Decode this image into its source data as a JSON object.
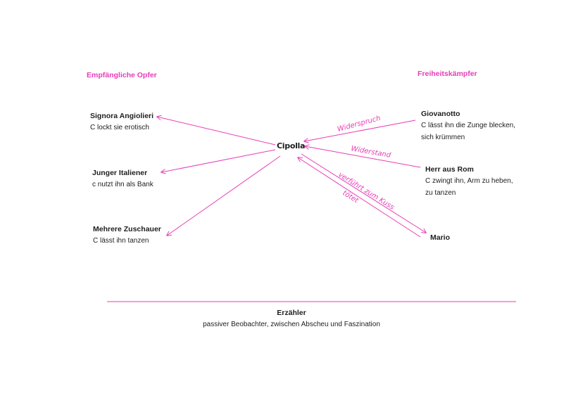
{
  "colors": {
    "accent": "#e83cb6",
    "text": "#1e1e1e",
    "background": "#ffffff"
  },
  "headings": {
    "left": "Empfängliche Opfer",
    "right": "Freiheitskämpfer"
  },
  "center": {
    "name": "Cipolla"
  },
  "victims": [
    {
      "name": "Signora Angiolieri",
      "desc": [
        "C lockt sie erotisch"
      ]
    },
    {
      "name": "Junger Italiener",
      "desc": [
        "c nutzt ihn als Bank"
      ]
    },
    {
      "name": "Mehrere Zuschauer",
      "desc": [
        "C lässt ihn tanzen"
      ]
    }
  ],
  "fighters": [
    {
      "name": "Giovanotto",
      "desc": [
        "C lässt ihn die Zunge blecken,",
        "sich krümmen"
      ]
    },
    {
      "name": "Herr aus Rom",
      "desc": [
        "C zwingt ihn, Arm zu heben,",
        "zu tanzen"
      ]
    },
    {
      "name": "Mario",
      "desc": []
    }
  ],
  "edge_labels": {
    "giovanotto": "Widerspruch",
    "herr": "Widerstand",
    "mario_to": "verführt zum Kuss",
    "mario_from": "tötet"
  },
  "narrator": {
    "name": "Erzähler",
    "desc": "passiver Beobachter, zwischen Abscheu und Faszination"
  }
}
